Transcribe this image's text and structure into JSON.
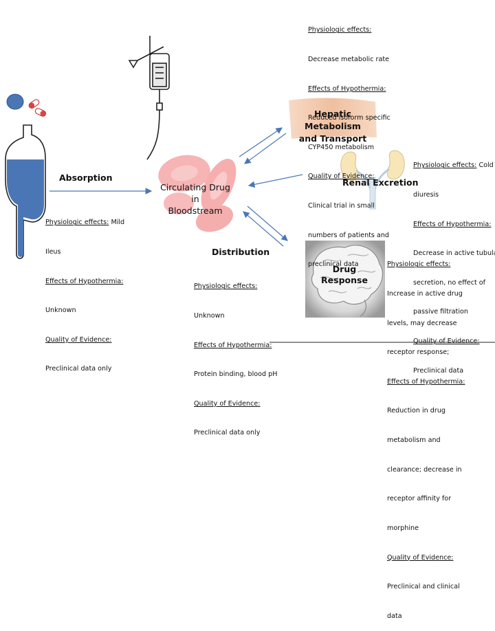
{
  "center": {
    "line1": "Circulating Drug in",
    "line2": "Bloodstream"
  },
  "absorption": {
    "title": "Absorption",
    "physio_h": "Physiologic effects:",
    "physio_v": "Mild",
    "physio_v2": "Ileus",
    "hypo_h": "Effects of Hypothermia:",
    "hypo_v": "Unknown",
    "qual_h": "Quality of Evidence:",
    "qual_v": "Preclinical data only"
  },
  "hepatic": {
    "title1": "Hepatic Metabolism",
    "title2": "and Transport",
    "physio_h": "Physiologic effects:",
    "physio_v": "Decrease metabolic rate",
    "hypo_h": "Effects of Hypothermia:",
    "hypo_v1": "Reduced isoform specific",
    "hypo_v2": "CYP450 metabolism",
    "qual_h": "Quality of Evidence:",
    "qual_v1": "Clinical trial in small",
    "qual_v2": "numbers of patients and",
    "qual_v3": "preclinical data"
  },
  "renal": {
    "title": "Renal Excretion",
    "physio_h": "Physiologic effects:",
    "physio_v": "Cold",
    "physio_v2": "diuresis",
    "hypo_h": "Effects of Hypothermia:",
    "hypo_v1": "Decrease in active tubular",
    "hypo_v2": "secretion, no effect of",
    "hypo_v3": "passive filtration",
    "qual_h": "Quality of Evidence:",
    "qual_v": "Preclinical data"
  },
  "distribution": {
    "title": "Distribution",
    "physio_h": "Physiologic effects:",
    "physio_v": "Unknown",
    "hypo_h": "Effects of Hypothermia:",
    "hypo_v": "Protein binding, blood pH",
    "qual_h": "Quality of Evidence:",
    "qual_v": "Preclinical data only"
  },
  "response": {
    "title1": "Drug",
    "title2": "Response",
    "physio_h": "Physiologic effects:",
    "physio_v1": "Increase in active drug",
    "physio_v2": "levels, may decrease",
    "physio_v3": "receptor response;",
    "hypo_h": "Effects of Hypothermia:",
    "hypo_v1": "Reduction in drug",
    "hypo_v2": "metabolism and",
    "hypo_v3": "clearance; decrease in",
    "hypo_v4": "receptor affinity for",
    "hypo_v5": "morphine",
    "qual_h": "Quality of Evidence:",
    "qual_v1": "Preclinical and clinical",
    "qual_v2": "data"
  },
  "colors": {
    "arrow": "#4a76b5",
    "stomach": "#4a76b5",
    "blood_cell": "#f08a8a",
    "hepatic_bg": "#f2c6a8",
    "pill": "#e04040"
  },
  "icons": [
    "pill-icon",
    "iv-bag-icon",
    "stomach-icon",
    "kidney-icon",
    "brain-icon",
    "liver-icon"
  ]
}
